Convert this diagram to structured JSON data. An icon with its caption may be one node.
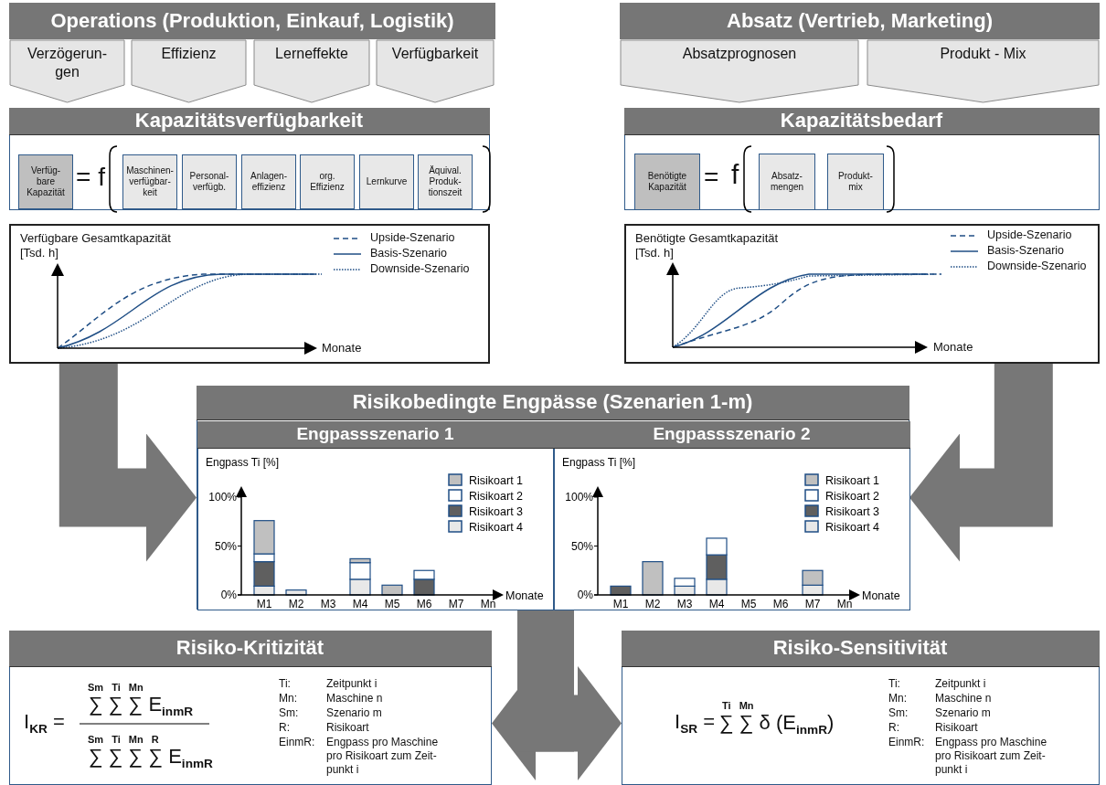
{
  "diagram": {
    "nodes": [
      {
        "text": [
          "Operations (Produktion, Einkauf, Logistik)"
        ]
      },
      {
        "text": [
          "Absatz (Vertrieb, Marketing)"
        ]
      },
      {
        "text": [
          "Verzögerun- gen"
        ]
      },
      {
        "text": [
          "Effizienz"
        ]
      },
      {
        "text": [
          "Lerneffekte"
        ]
      },
      {
        "text": [
          "Verfügbarkeit"
        ]
      },
      {
        "text": [
          "Absatzprognosen"
        ]
      },
      {
        "text": [
          "Produkt - Mix"
        ]
      },
      {
        "text": [
          "Kapazitätsverfügbarkeit"
        ]
      },
      {
        "text": [
          "Verfüg- bare Kapazität"
        ],
        "in": 8
      },
      {
        "text": [
          "Maschinen- verfügbar- keit"
        ],
        "in": 8
      },
      {
        "text": [
          "Personal- verfügb."
        ],
        "in": 8
      },
      {
        "text": [
          "Anlagen- effizienz"
        ],
        "in": 8
      },
      {
        "text": [
          "org. Effizienz"
        ],
        "in": 8
      },
      {
        "text": [
          "Lernkurve"
        ],
        "in": 8
      },
      {
        "text": [
          "Äquival. Produk- tionszeit"
        ],
        "in": 8
      },
      {
        "text": [
          "Kapazitätsbedarf"
        ]
      },
      {
        "text": [
          "Benötigte Kapazität"
        ],
        "in": 16
      },
      {
        "text": [
          "Absatz- mengen"
        ],
        "in": 16
      },
      {
        "text": [
          "Produkt- mix"
        ],
        "in": 16
      },
      {
        "text": [
          "Verfügbare Gesamtkapazität [Tsd. h]",
          "Monate"
        ]
      },
      {
        "text": [
          "Benötigte Gesamtkapazität [Tsd. h]",
          "Monate"
        ]
      },
      {
        "text": [
          "Risikobedingte Engpässe (Szenarien 1-m)"
        ]
      },
      {
        "text": [
          "Engpassszenario 1"
        ],
        "in": 22
      },
      {
        "text": [
          "Engpassszenario 2"
        ],
        "in": 22
      },
      {
        "text": [
          "Risiko-Kritizität"
        ]
      },
      {
        "text": [
          "Risiko-Sensitivität"
        ]
      }
    ],
    "edges": [
      {
        "from": 20,
        "to": 22,
        "arrow": "to"
      },
      {
        "from": 21,
        "to": 22,
        "arrow": "to"
      },
      {
        "from": 22,
        "to": 25,
        "arrow": "to"
      },
      {
        "from": 22,
        "to": 26,
        "arrow": "to"
      }
    ],
    "labels": [
      "= f",
      "=",
      "f",
      "I$_{KR}$ =",
      "Sm Ti Mn",
      "∑ ∑ ∑ E$_{inmR}$",
      "Sm Ti Mn R",
      "∑ ∑ ∑ ∑ E$_{inmR}$",
      "Ti:",
      "Zeitpunkt i",
      "Mn:",
      "Maschine n",
      "Sm:",
      "Szenario m",
      "R:",
      "Risikoart",
      "EinmR:",
      "Engpass pro Maschine pro Risikoart zum Zeit- punkt i",
      "I$_{SR}$ =",
      "Ti Mn",
      "∑ ∑ δ (E$_{inmR}$)",
      "Ti:",
      "Zeitpunkt i",
      "Mn:",
      "Maschine n",
      "Sm:",
      "Szenario m",
      "R:",
      "Risikoart",
      "EinmR:",
      "Engpass pro Maschine pro Risikoart zum Zeit- punkt i"
    ],
    "legend": [
      {
        "text": "Upside-Szenario"
      },
      {
        "text": "Basis-Szenario"
      },
      {
        "text": "Downside-Szenario"
      },
      {
        "text": "Upside-Szenario"
      },
      {
        "text": "Basis-Szenario"
      },
      {
        "text": "Downside-Szenario"
      }
    ],
    "chart_data": [
      {
        "type": "bar",
        "xlabel": "Monate",
        "ylabel": "Engpass Ti [%]",
        "categories": [
          "M1",
          "M2",
          "M3",
          "M4",
          "M5",
          "M6",
          "M7",
          "Mn"
        ],
        "stacked": true,
        "legend": "upper right",
        "ylim": [
          0,
          100
        ],
        "yticks": [
          {
            "value": 0,
            "label": "0%"
          },
          {
            "value": 50,
            "label": "50%"
          },
          {
            "value": 100,
            "label": "100%"
          }
        ],
        "series": [
          {
            "name": "Risikoart 1",
            "color": "#c0c0c0",
            "values": [
              34,
              0,
              0,
              4,
              10,
              0,
              0,
              0
            ]
          },
          {
            "name": "Risikoart 2",
            "color": "#ffffff",
            "values": [
              8,
              0,
              0,
              17,
              0,
              9,
              0,
              0
            ]
          },
          {
            "name": "Risikoart 3",
            "color": "#5f5f5f",
            "values": [
              25,
              0,
              0,
              0,
              0,
              16,
              0,
              0
            ]
          },
          {
            "name": "Risikoart 4",
            "color": "#e8e8e8",
            "values": [
              9,
              5,
              0,
              16,
              0,
              0,
              0,
              0
            ]
          }
        ]
      },
      {
        "type": "bar",
        "xlabel": "Monate",
        "ylabel": "Engpass Ti [%]",
        "categories": [
          "M1",
          "M2",
          "M3",
          "M4",
          "M5",
          "M6",
          "M7",
          "Mn"
        ],
        "stacked": true,
        "legend": "upper right",
        "ylim": [
          0,
          100
        ],
        "yticks": [
          {
            "value": 0,
            "label": "0%"
          },
          {
            "value": 50,
            "label": "50%"
          },
          {
            "value": 100,
            "label": "100%"
          }
        ],
        "series": [
          {
            "name": "Risikoart 1",
            "color": "#c0c0c0",
            "values": [
              0,
              34,
              0,
              0,
              0,
              0,
              15,
              0
            ]
          },
          {
            "name": "Risikoart 2",
            "color": "#ffffff",
            "values": [
              0,
              0,
              8,
              17,
              0,
              0,
              0,
              0
            ]
          },
          {
            "name": "Risikoart 3",
            "color": "#5f5f5f",
            "values": [
              9,
              0,
              0,
              25,
              0,
              0,
              0,
              0
            ]
          },
          {
            "name": "Risikoart 4",
            "color": "#e8e8e8",
            "values": [
              0,
              0,
              9,
              16,
              0,
              0,
              10,
              0
            ]
          }
        ]
      }
    ]
  }
}
